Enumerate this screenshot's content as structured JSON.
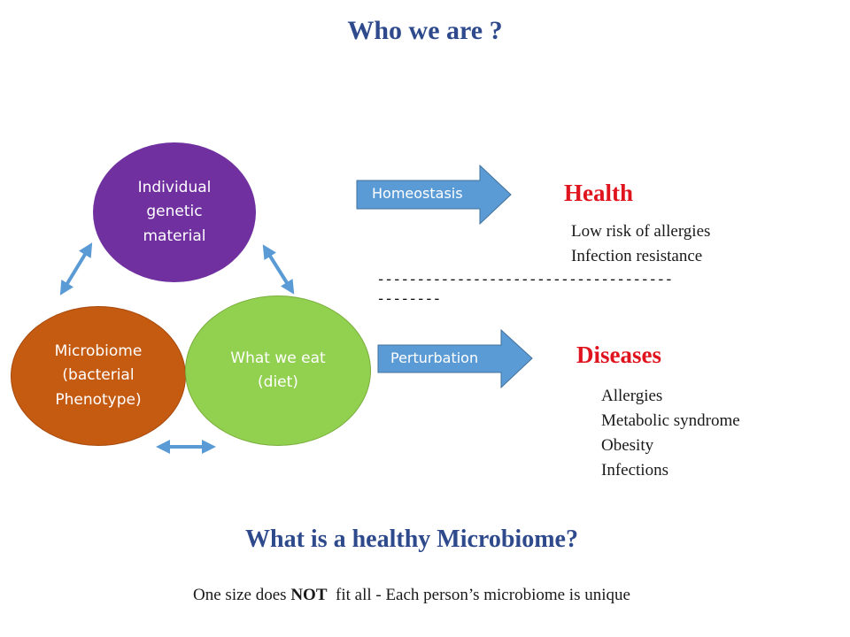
{
  "title": "Who we are ?",
  "circles": {
    "genetic": "Individual\ngenetic\nmaterial",
    "microbiome": "Microbiome\n(bacterial\nPhenotype)",
    "diet": "What we eat\n(diet)"
  },
  "arrows": {
    "homeostasis": "Homeostasis",
    "perturbation": "Perturbation"
  },
  "health": {
    "heading": "Health",
    "items": [
      "Low risk of allergies",
      "Infection resistance"
    ]
  },
  "divider": {
    "line1": "-------------------------------------",
    "line2": "--------"
  },
  "diseases": {
    "heading": "Diseases",
    "items": [
      "Allergies",
      "Metabolic syndrome",
      "Obesity",
      "Infections"
    ]
  },
  "question": "What is a healthy Microbiome?",
  "footer": {
    "before": "One size does ",
    "emphasis": "NOT",
    "after": "  fit all - Each person’s microbiome is unique"
  },
  "colors": {
    "title_blue": "#2e4a8c",
    "genetic_purple": "#7030a0",
    "microbiome_orange": "#c55a11",
    "diet_green": "#92d050",
    "arrow_blue": "#5b9bd5",
    "heading_red": "#e0141e"
  }
}
